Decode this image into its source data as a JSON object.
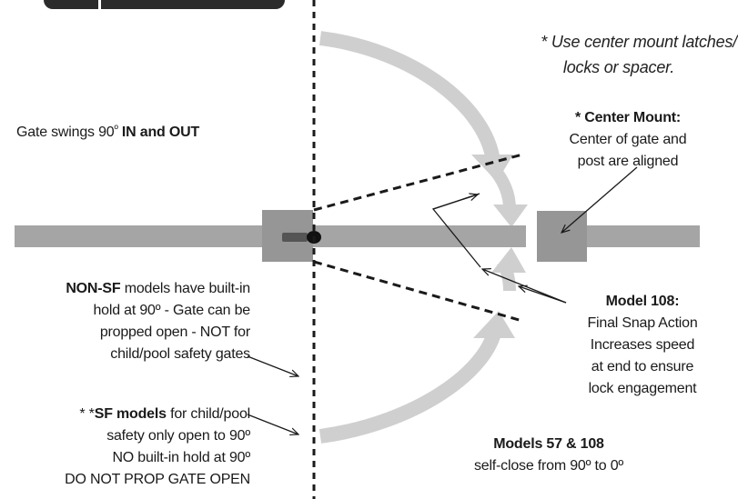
{
  "colors": {
    "gate": "#a5a5a6",
    "block": "#969697",
    "arrow": "#cfcfcf",
    "line": "#1a1a1a",
    "dark_tab": "#2b2b2b",
    "latch": "#555555"
  },
  "note_center_latch": {
    "line1": "* Use center mount latches/",
    "line2": "locks or spacer."
  },
  "gate_swings": {
    "prefix": "Gate swings 90",
    "degree": "º",
    "bold": "IN and OUT"
  },
  "center_mount": {
    "title": "* Center Mount:",
    "line1": "Center of gate and",
    "line2": "post are aligned"
  },
  "non_sf": {
    "bold": "NON-SF",
    "line1_rest": " models have built-in",
    "line2": "hold at 90º - Gate can be",
    "line3": "propped open - NOT for",
    "line4": "child/pool safety gates"
  },
  "model_108": {
    "title": "Model 108:",
    "line1": "Final Snap Action",
    "line2": "Increases speed",
    "line3": "at end to ensure",
    "line4": "lock engagement"
  },
  "sf_models": {
    "prefix": "* *",
    "bold": "SF models",
    "line1_rest": " for child/pool",
    "line2": "safety only open to 90º",
    "line3": "NO built-in hold at 90º",
    "line4": "DO NOT PROP GATE OPEN"
  },
  "models_57_108": {
    "title": "Models 57 & 108",
    "line1": "self-close from 90º to 0º"
  }
}
